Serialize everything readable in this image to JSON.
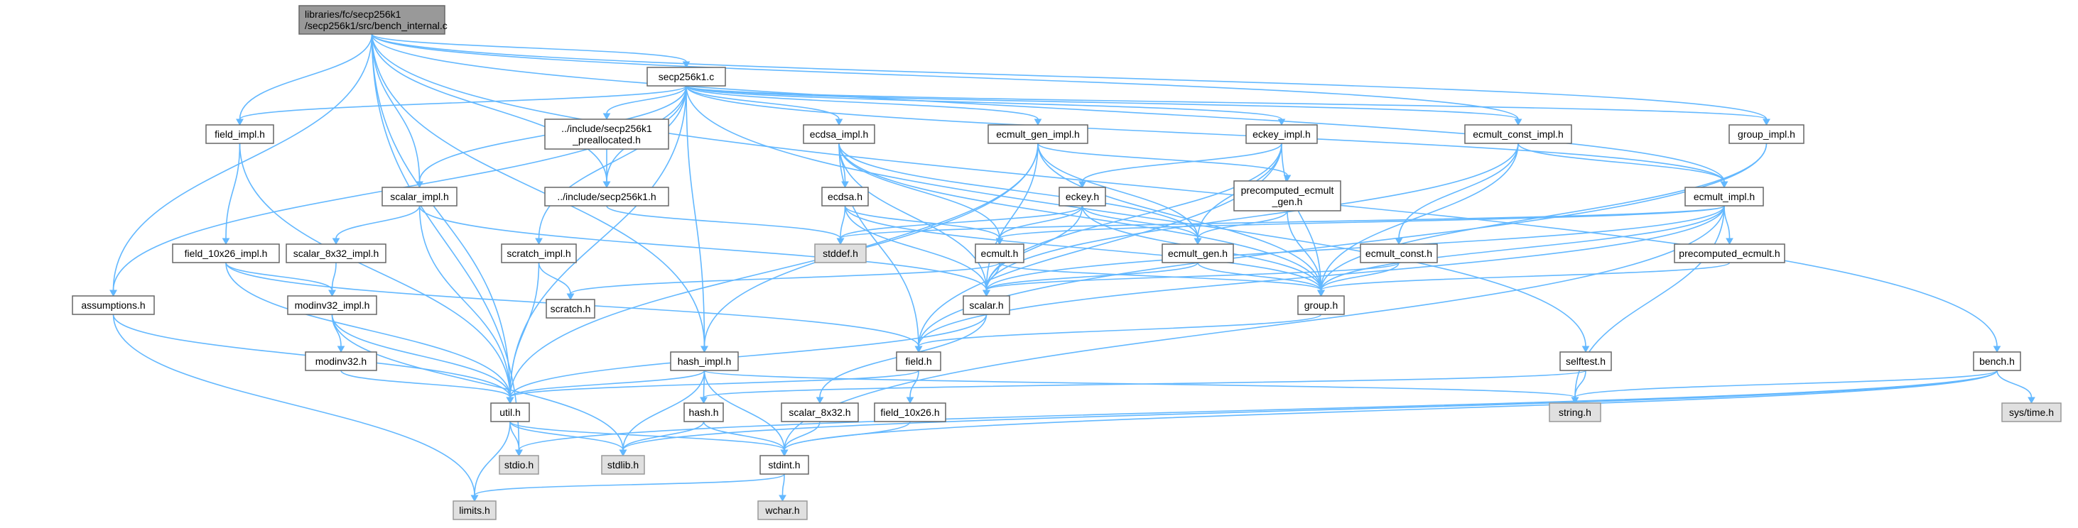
{
  "colors": {
    "edge": "#63b8ff",
    "root_fill": "#999999",
    "node_fill": "#ffffff",
    "system_fill": "#e0e0e0",
    "border": "#666666"
  },
  "nodes": {
    "root": {
      "lines": [
        "libraries/fc/secp256k1",
        "/secp256k1/src/bench_internal.c"
      ]
    },
    "secp256k1_c": {
      "lines": [
        "secp256k1.c"
      ]
    },
    "field_impl": {
      "lines": [
        "field_impl.h"
      ]
    },
    "include_prealloc": {
      "lines": [
        "../include/secp256k1",
        "_preallocated.h"
      ]
    },
    "ecdsa_impl": {
      "lines": [
        "ecdsa_impl.h"
      ]
    },
    "ecmult_gen_impl": {
      "lines": [
        "ecmult_gen_impl.h"
      ]
    },
    "eckey_impl": {
      "lines": [
        "eckey_impl.h"
      ]
    },
    "ecmult_const_impl": {
      "lines": [
        "ecmult_const_impl.h"
      ]
    },
    "group_impl": {
      "lines": [
        "group_impl.h"
      ]
    },
    "scalar_impl": {
      "lines": [
        "scalar_impl.h"
      ]
    },
    "include_secp": {
      "lines": [
        "../include/secp256k1.h"
      ]
    },
    "ecdsa_h": {
      "lines": [
        "ecdsa.h"
      ]
    },
    "eckey_h": {
      "lines": [
        "eckey.h"
      ]
    },
    "precomp_gen": {
      "lines": [
        "precomputed_ecmult",
        "_gen.h"
      ]
    },
    "ecmult_impl": {
      "lines": [
        "ecmult_impl.h"
      ]
    },
    "field_10x26_impl": {
      "lines": [
        "field_10x26_impl.h"
      ]
    },
    "scalar_8x32_impl": {
      "lines": [
        "scalar_8x32_impl.h"
      ]
    },
    "scratch_impl": {
      "lines": [
        "scratch_impl.h"
      ]
    },
    "stddef": {
      "lines": [
        "stddef.h"
      ]
    },
    "ecmult_h": {
      "lines": [
        "ecmult.h"
      ]
    },
    "ecmult_gen_h": {
      "lines": [
        "ecmult_gen.h"
      ]
    },
    "ecmult_const_h": {
      "lines": [
        "ecmult_const.h"
      ]
    },
    "precomp_ecmult": {
      "lines": [
        "precomputed_ecmult.h"
      ]
    },
    "assumptions": {
      "lines": [
        "assumptions.h"
      ]
    },
    "modinv32_impl": {
      "lines": [
        "modinv32_impl.h"
      ]
    },
    "scratch_h": {
      "lines": [
        "scratch.h"
      ]
    },
    "scalar_h": {
      "lines": [
        "scalar.h"
      ]
    },
    "group_h": {
      "lines": [
        "group.h"
      ]
    },
    "modinv32_h": {
      "lines": [
        "modinv32.h"
      ]
    },
    "hash_impl": {
      "lines": [
        "hash_impl.h"
      ]
    },
    "field_h": {
      "lines": [
        "field.h"
      ]
    },
    "selftest": {
      "lines": [
        "selftest.h"
      ]
    },
    "bench_h": {
      "lines": [
        "bench.h"
      ]
    },
    "util_h": {
      "lines": [
        "util.h"
      ]
    },
    "string_h": {
      "lines": [
        "string.h"
      ]
    },
    "systime": {
      "lines": [
        "sys/time.h"
      ]
    },
    "hash_h": {
      "lines": [
        "hash.h"
      ]
    },
    "scalar_8x32": {
      "lines": [
        "scalar_8x32.h"
      ]
    },
    "field_10x26": {
      "lines": [
        "field_10x26.h"
      ]
    },
    "stdio": {
      "lines": [
        "stdio.h"
      ]
    },
    "stdlib": {
      "lines": [
        "stdlib.h"
      ]
    },
    "stdint": {
      "lines": [
        "stdint.h"
      ]
    },
    "limits": {
      "lines": [
        "limits.h"
      ]
    },
    "wchar": {
      "lines": [
        "wchar.h"
      ]
    }
  }
}
